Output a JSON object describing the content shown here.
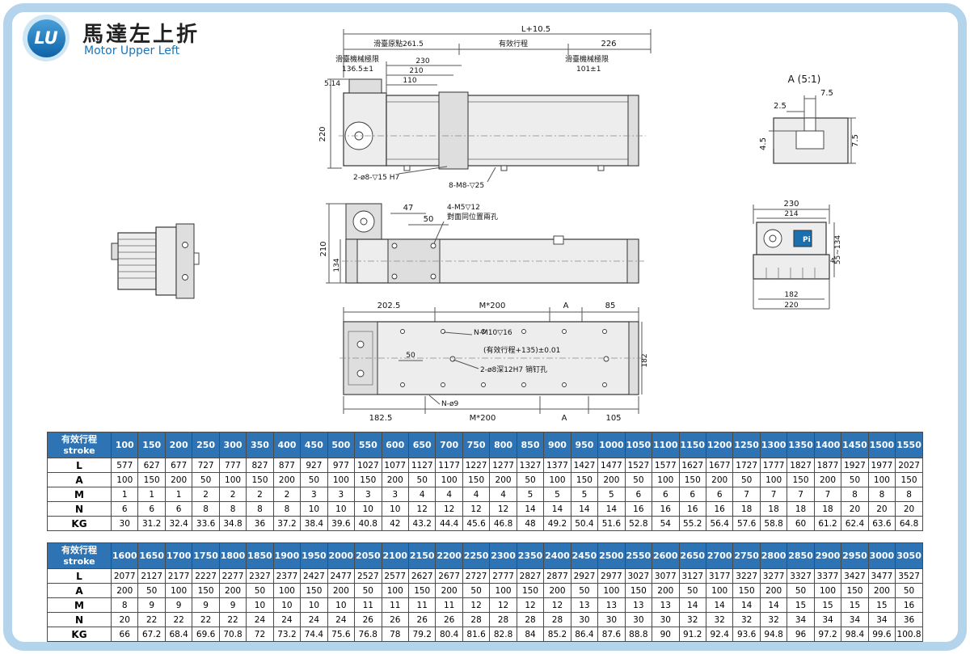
{
  "page": {
    "logo": "LU",
    "title_zh": "馬達左上折",
    "title_en": "Motor Upper Left"
  },
  "drawings": {
    "front_view": {
      "dim_total": "L+10.5",
      "origin": "滑臺原點261.5",
      "stroke_label": "有效行程",
      "dim_226": "226",
      "limit_left_line1": "滑臺機械極限",
      "limit_left_line2": "136.5±1",
      "dim_230": "230",
      "dim_210": "210",
      "dim_110": "110",
      "limit_right_line1": "滑臺機械極限",
      "limit_right_line2": "101±1",
      "dim_514": "5.14",
      "dim_220": "220",
      "note_pin_holes": "2-ø8-▽15 H7",
      "note_screw_holes": "8-M8-▽25"
    },
    "detail_a": {
      "title": "A (5:1)",
      "dim_75_top": "7.5",
      "dim_25": "2.5",
      "dim_45": "4.5",
      "dim_75_right": "7.5"
    },
    "top_view": {
      "dim_210": "210",
      "dim_134": "134",
      "dim_47": "47",
      "dim_50": "50",
      "note_m5": "4-M5▽12",
      "note_opposite": "對面同位置兩孔"
    },
    "section_view": {
      "dim_230": "230",
      "dim_214": "214",
      "logo": "Pi",
      "dim_4": "4",
      "dim_55_134": "55~134",
      "dim_182": "182",
      "dim_220": "220"
    },
    "bottom_view": {
      "dim_2025": "202.5",
      "dim_m200_top": "M*200",
      "dim_a_top": "A",
      "dim_85": "85",
      "note_nm10": "N-M10▽16",
      "note_stroke_tol": "(有效行程+135)±0.01",
      "dim_50": "50",
      "note_dowel": "2-ø8深12H7 销钉孔",
      "dim_182": "182",
      "dim_1825": "182.5",
      "note_n9": "N-ø9",
      "dim_m200_bottom": "M*200",
      "dim_a_bottom": "A",
      "dim_105": "105"
    }
  },
  "tables": [
    {
      "header_zh": "有效行程",
      "header_en": "stroke",
      "strokes": [
        "100",
        "150",
        "200",
        "250",
        "300",
        "350",
        "400",
        "450",
        "500",
        "550",
        "600",
        "650",
        "700",
        "750",
        "800",
        "850",
        "900",
        "950",
        "1000",
        "1050",
        "1100",
        "1150",
        "1200",
        "1250",
        "1300",
        "1350",
        "1400",
        "1450",
        "1500",
        "1550"
      ],
      "rows": [
        {
          "label": "L",
          "values": [
            "577",
            "627",
            "677",
            "727",
            "777",
            "827",
            "877",
            "927",
            "977",
            "1027",
            "1077",
            "1127",
            "1177",
            "1227",
            "1277",
            "1327",
            "1377",
            "1427",
            "1477",
            "1527",
            "1577",
            "1627",
            "1677",
            "1727",
            "1777",
            "1827",
            "1877",
            "1927",
            "1977",
            "2027"
          ]
        },
        {
          "label": "A",
          "values": [
            "100",
            "150",
            "200",
            "50",
            "100",
            "150",
            "200",
            "50",
            "100",
            "150",
            "200",
            "50",
            "100",
            "150",
            "200",
            "50",
            "100",
            "150",
            "200",
            "50",
            "100",
            "150",
            "200",
            "50",
            "100",
            "150",
            "200",
            "50",
            "100",
            "150"
          ]
        },
        {
          "label": "M",
          "values": [
            "1",
            "1",
            "1",
            "2",
            "2",
            "2",
            "2",
            "3",
            "3",
            "3",
            "3",
            "4",
            "4",
            "4",
            "4",
            "5",
            "5",
            "5",
            "5",
            "6",
            "6",
            "6",
            "6",
            "7",
            "7",
            "7",
            "7",
            "8",
            "8",
            "8"
          ]
        },
        {
          "label": "N",
          "values": [
            "6",
            "6",
            "6",
            "8",
            "8",
            "8",
            "8",
            "10",
            "10",
            "10",
            "10",
            "12",
            "12",
            "12",
            "12",
            "14",
            "14",
            "14",
            "14",
            "16",
            "16",
            "16",
            "16",
            "18",
            "18",
            "18",
            "18",
            "20",
            "20",
            "20"
          ]
        },
        {
          "label": "KG",
          "values": [
            "30",
            "31.2",
            "32.4",
            "33.6",
            "34.8",
            "36",
            "37.2",
            "38.4",
            "39.6",
            "40.8",
            "42",
            "43.2",
            "44.4",
            "45.6",
            "46.8",
            "48",
            "49.2",
            "50.4",
            "51.6",
            "52.8",
            "54",
            "55.2",
            "56.4",
            "57.6",
            "58.8",
            "60",
            "61.2",
            "62.4",
            "63.6",
            "64.8"
          ]
        }
      ]
    },
    {
      "header_zh": "有效行程",
      "header_en": "stroke",
      "strokes": [
        "1600",
        "1650",
        "1700",
        "1750",
        "1800",
        "1850",
        "1900",
        "1950",
        "2000",
        "2050",
        "2100",
        "2150",
        "2200",
        "2250",
        "2300",
        "2350",
        "2400",
        "2450",
        "2500",
        "2550",
        "2600",
        "2650",
        "2700",
        "2750",
        "2800",
        "2850",
        "2900",
        "2950",
        "3000",
        "3050"
      ],
      "rows": [
        {
          "label": "L",
          "values": [
            "2077",
            "2127",
            "2177",
            "2227",
            "2277",
            "2327",
            "2377",
            "2427",
            "2477",
            "2527",
            "2577",
            "2627",
            "2677",
            "2727",
            "2777",
            "2827",
            "2877",
            "2927",
            "2977",
            "3027",
            "3077",
            "3127",
            "3177",
            "3227",
            "3277",
            "3327",
            "3377",
            "3427",
            "3477",
            "3527"
          ]
        },
        {
          "label": "A",
          "values": [
            "200",
            "50",
            "100",
            "150",
            "200",
            "50",
            "100",
            "150",
            "200",
            "50",
            "100",
            "150",
            "200",
            "50",
            "100",
            "150",
            "200",
            "50",
            "100",
            "150",
            "200",
            "50",
            "100",
            "150",
            "200",
            "50",
            "100",
            "150",
            "200",
            "50"
          ]
        },
        {
          "label": "M",
          "values": [
            "8",
            "9",
            "9",
            "9",
            "9",
            "10",
            "10",
            "10",
            "10",
            "11",
            "11",
            "11",
            "11",
            "12",
            "12",
            "12",
            "12",
            "13",
            "13",
            "13",
            "13",
            "14",
            "14",
            "14",
            "14",
            "15",
            "15",
            "15",
            "15",
            "16"
          ]
        },
        {
          "label": "N",
          "values": [
            "20",
            "22",
            "22",
            "22",
            "22",
            "24",
            "24",
            "24",
            "24",
            "26",
            "26",
            "26",
            "26",
            "28",
            "28",
            "28",
            "28",
            "30",
            "30",
            "30",
            "30",
            "32",
            "32",
            "32",
            "32",
            "34",
            "34",
            "34",
            "34",
            "36"
          ]
        },
        {
          "label": "KG",
          "values": [
            "66",
            "67.2",
            "68.4",
            "69.6",
            "70.8",
            "72",
            "73.2",
            "74.4",
            "75.6",
            "76.8",
            "78",
            "79.2",
            "80.4",
            "81.6",
            "82.8",
            "84",
            "85.2",
            "86.4",
            "87.6",
            "88.8",
            "90",
            "91.2",
            "92.4",
            "93.6",
            "94.8",
            "96",
            "97.2",
            "98.4",
            "99.6",
            "100.8"
          ]
        }
      ]
    }
  ]
}
